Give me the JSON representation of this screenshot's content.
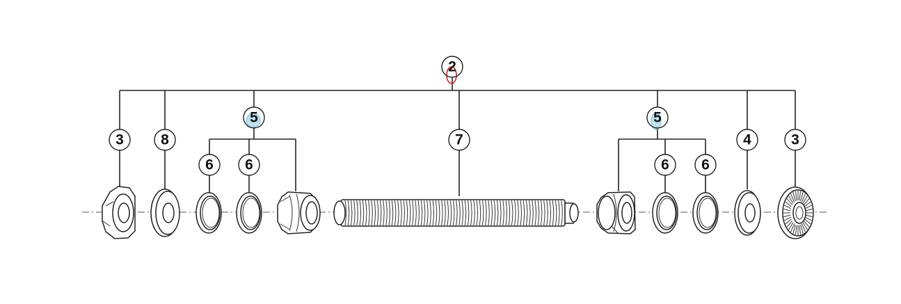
{
  "callouts": {
    "top": "2",
    "left_end_nut": "3",
    "left_washer": "8",
    "left_cone_group": "5",
    "left_ring_a": "6",
    "left_ring_b": "6",
    "axle": "7",
    "right_cone_group": "5",
    "right_ring_a": "6",
    "right_ring_b": "6",
    "right_washer": "4",
    "right_end_nut": "3"
  },
  "colors": {
    "highlight_blue": "#a8d8ea",
    "highlight_red": "#d0202a",
    "line": "#222222"
  }
}
